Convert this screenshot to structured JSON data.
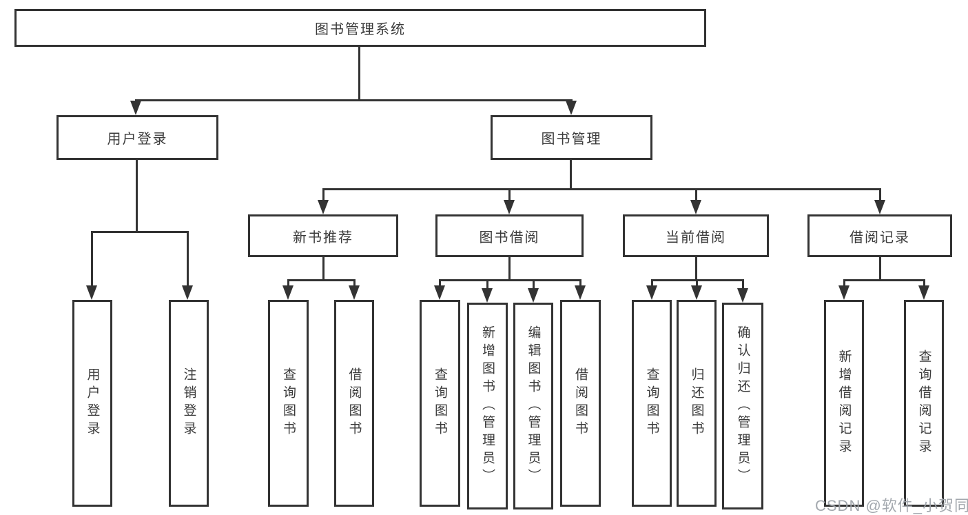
{
  "diagram_title": "图书管理系统",
  "tree": {
    "root": {
      "label": "图书管理系统"
    },
    "branches": [
      {
        "label": "用户登录",
        "children": [
          {
            "label": "用户登录"
          },
          {
            "label": "注销登录"
          }
        ]
      },
      {
        "label": "图书管理",
        "children": [
          {
            "label": "新书推荐",
            "children": [
              {
                "label": "查询图书"
              },
              {
                "label": "借阅图书"
              }
            ]
          },
          {
            "label": "图书借阅",
            "children": [
              {
                "label": "查询图书"
              },
              {
                "label": "新增图书（管理员）"
              },
              {
                "label": "编辑图书（管理员）"
              },
              {
                "label": "借阅图书"
              }
            ]
          },
          {
            "label": "当前借阅",
            "children": [
              {
                "label": "查询图书"
              },
              {
                "label": "归还图书"
              },
              {
                "label": "确认归还（管理员）"
              }
            ]
          },
          {
            "label": "借阅记录",
            "children": [
              {
                "label": "新增借阅记录"
              },
              {
                "label": "查询借阅记录"
              }
            ]
          }
        ]
      }
    ]
  },
  "watermark": "CSDN @软件_小贺同学",
  "colors": {
    "line": "#333333",
    "text": "#3b3b3b",
    "background": "#ffffff",
    "watermark": "#9ea3aa"
  }
}
